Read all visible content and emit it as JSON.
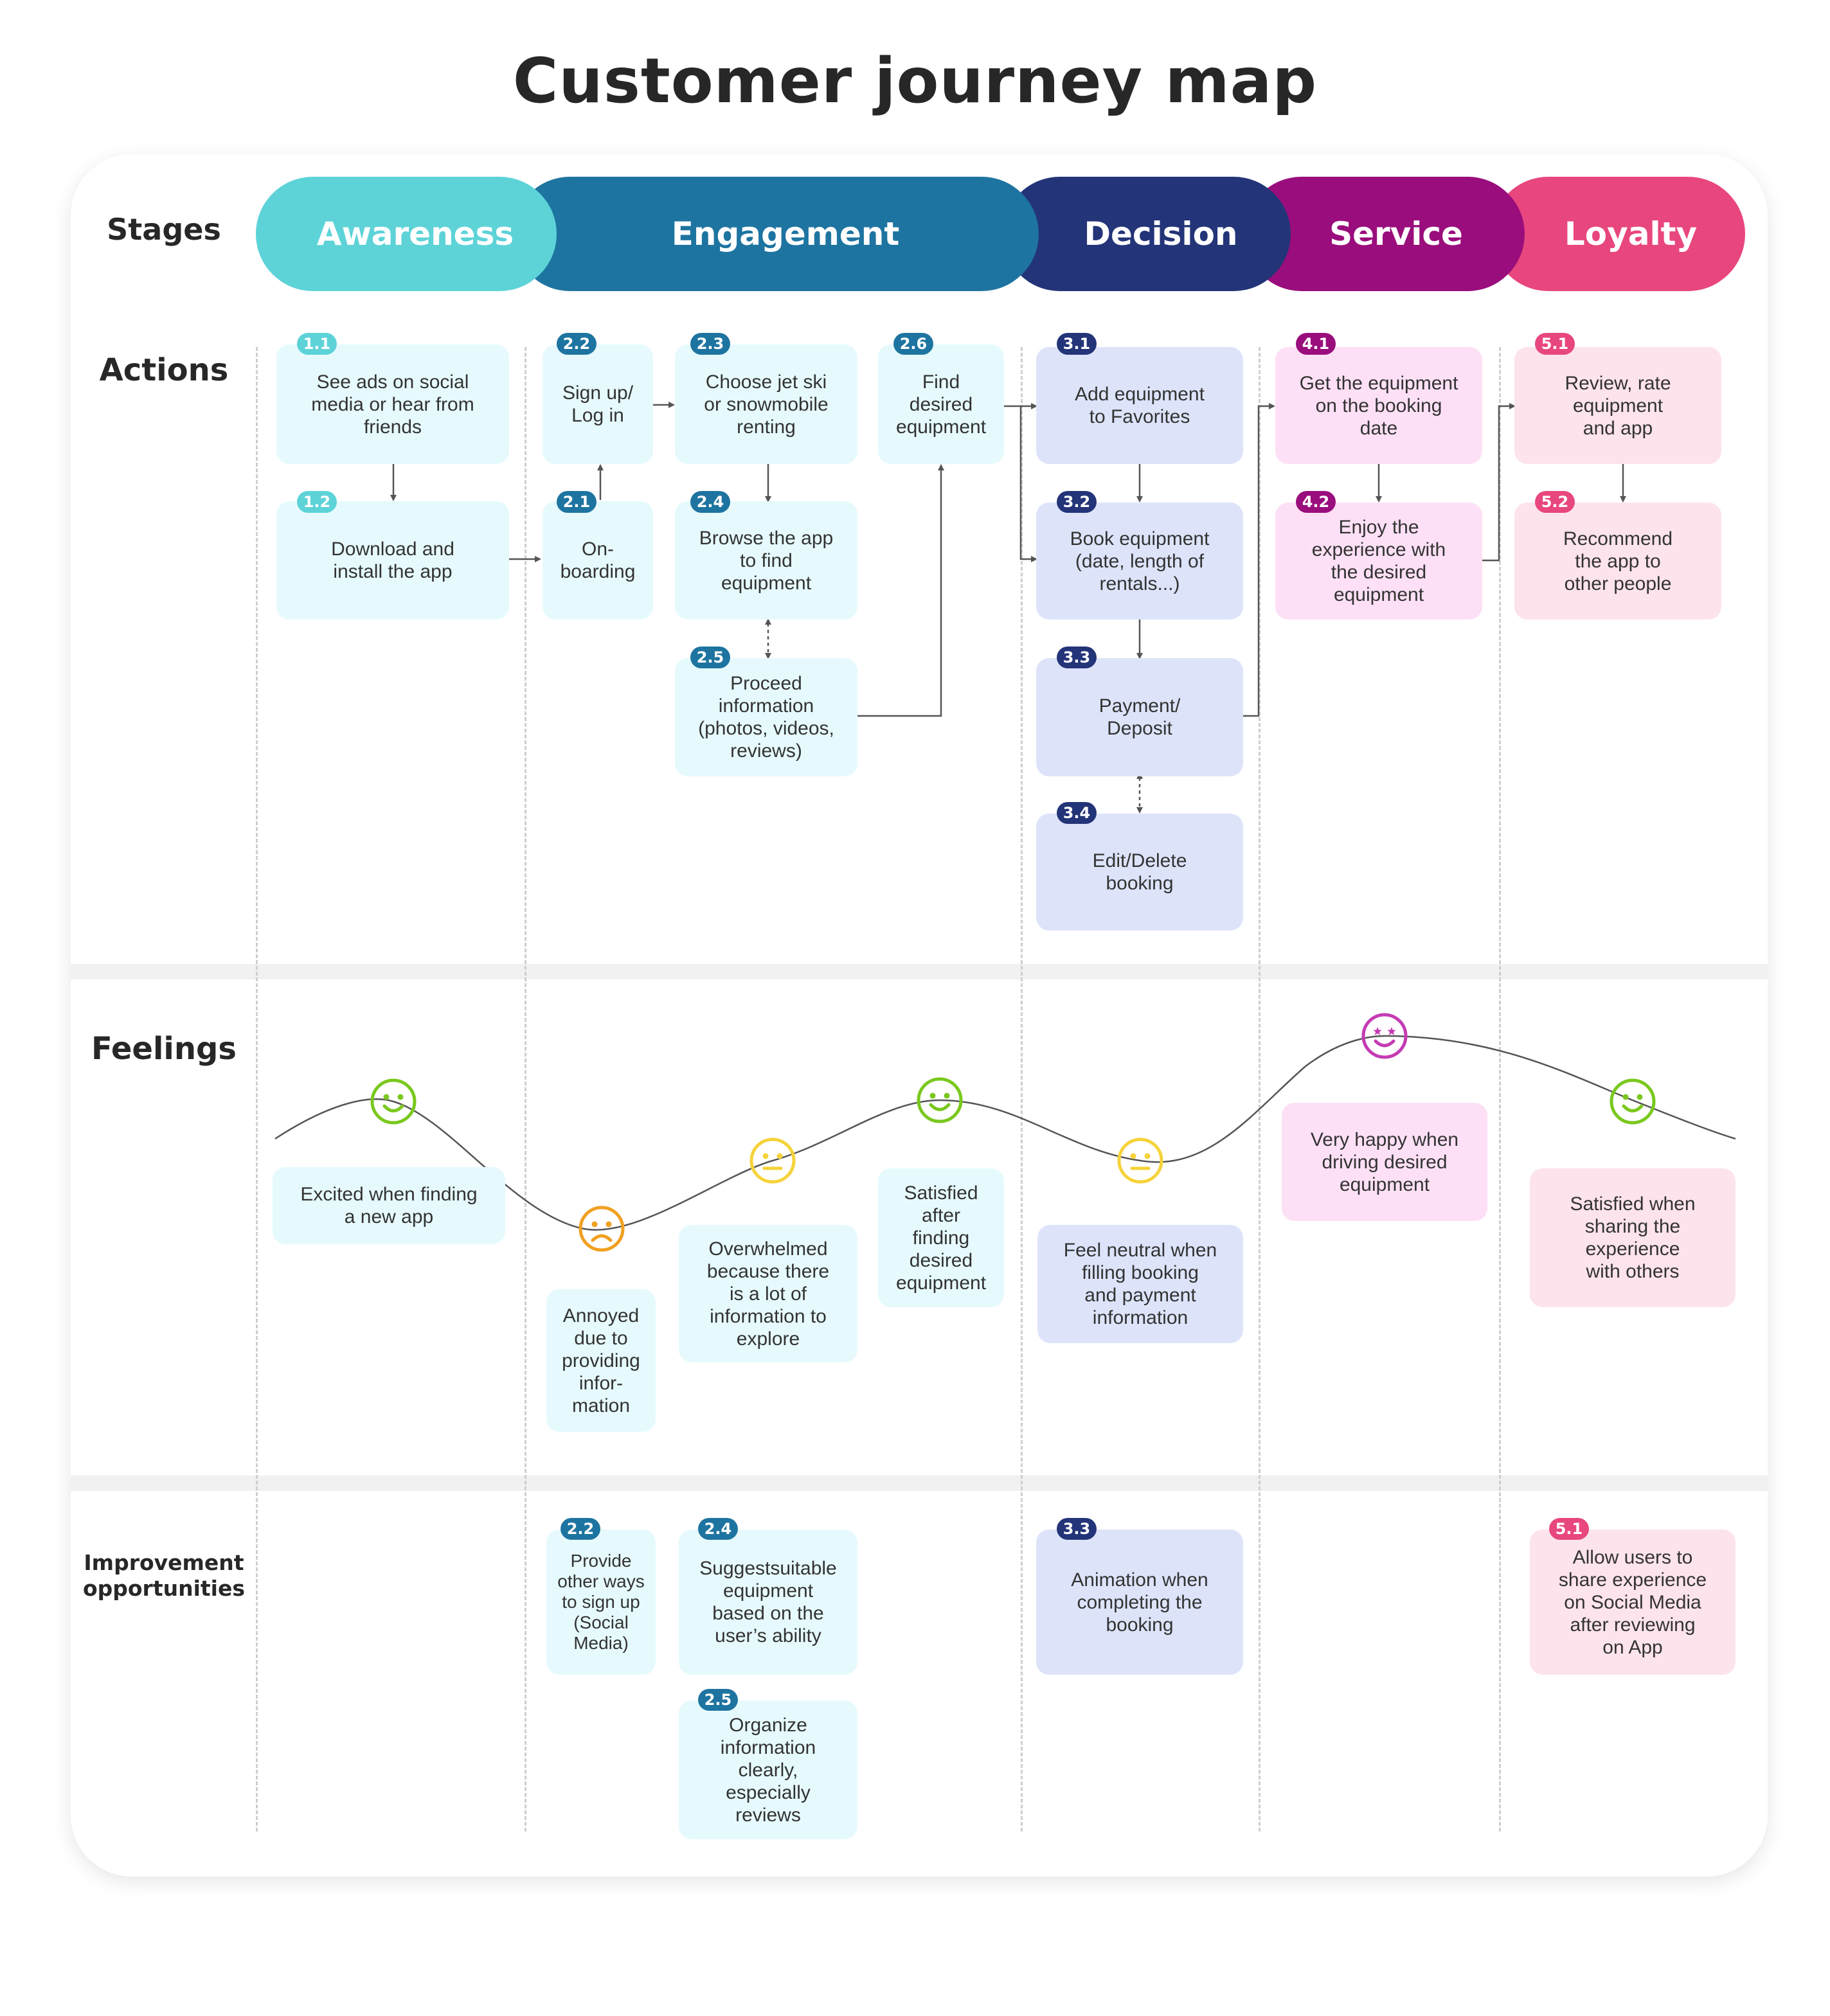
{
  "title": "Customer journey map",
  "row_labels": {
    "stages": "Stages",
    "actions": "Actions",
    "feelings": "Feelings",
    "improvement": "Improvement\nopportunities"
  },
  "stages": [
    {
      "label": "Awareness",
      "color": "#5dd3d8"
    },
    {
      "label": "Engagement",
      "color": "#1e74a0"
    },
    {
      "label": "Decision",
      "color": "#233478"
    },
    {
      "label": "Service",
      "color": "#9a0d7c"
    },
    {
      "label": "Loyalty",
      "color": "#e8467e"
    }
  ],
  "actions": {
    "a11": {
      "badge": "1.1",
      "text": "See ads on social\nmedia or hear from\nfriends"
    },
    "a12": {
      "badge": "1.2",
      "text": "Download and\ninstall the app"
    },
    "a22": {
      "badge": "2.2",
      "text": "Sign up/\nLog in"
    },
    "a21": {
      "badge": "2.1",
      "text": "On-\nboarding"
    },
    "a23": {
      "badge": "2.3",
      "text": "Choose jet ski\nor snowmobile\nrenting"
    },
    "a24": {
      "badge": "2.4",
      "text": "Browse the app\nto find\nequipment"
    },
    "a25": {
      "badge": "2.5",
      "text": "Proceed\ninformation\n(photos, videos,\nreviews)"
    },
    "a26": {
      "badge": "2.6",
      "text": "Find\ndesired\nequipment"
    },
    "a31": {
      "badge": "3.1",
      "text": "Add equipment\nto Favorites"
    },
    "a32": {
      "badge": "3.2",
      "text": "Book equipment\n(date, length of\nrentals...)"
    },
    "a33": {
      "badge": "3.3",
      "text": "Payment/\nDeposit"
    },
    "a34": {
      "badge": "3.4",
      "text": "Edit/Delete\nbooking"
    },
    "a41": {
      "badge": "4.1",
      "text": "Get the equipment\non the booking\ndate"
    },
    "a42": {
      "badge": "4.2",
      "text": "Enjoy the\nexperience with\nthe desired\nequipment"
    },
    "a51": {
      "badge": "5.1",
      "text": "Review, rate\nequipment\nand app"
    },
    "a52": {
      "badge": "5.2",
      "text": "Recommend\nthe app to\nother people"
    }
  },
  "feelings": {
    "f1": "Excited when finding\na new app",
    "f2": "Annoyed\ndue to\nproviding\ninfor-\nmation",
    "f3": "Overwhelmed\nbecause there\nis a lot of\ninformation to\nexplore",
    "f4": "Satisfied\nafter\nfinding\ndesired\nequipment",
    "f5": "Feel neutral when\nfilling booking\nand payment\ninformation",
    "f6": "Very happy when\ndriving desired\nequipment",
    "f7": "Satisfied when\nsharing the\nexperience\nwith others"
  },
  "emotions": [
    "happy",
    "sad",
    "neutral",
    "happy",
    "neutral",
    "star-struck",
    "happy"
  ],
  "emotion_colors": {
    "happy": "#7ac81e",
    "sad": "#f0a020",
    "neutral": "#f5d33a",
    "star-struck": "#c43bb4"
  },
  "improvements": {
    "i22": {
      "badge": "2.2",
      "text": "Provide\nother ways\nto sign up\n(Social\nMedia)"
    },
    "i24": {
      "badge": "2.4",
      "text": "Suggestsuitable\nequipment\nbased on the\nuser’s ability"
    },
    "i25": {
      "badge": "2.5",
      "text": "Organize\ninformation\nclearly,\nespecially\nreviews"
    },
    "i33": {
      "badge": "3.3",
      "text": "Animation when\ncompleting the\nbooking"
    },
    "i51": {
      "badge": "5.1",
      "text": "Allow users to\nshare experience\non Social Media\nafter reviewing\non App"
    }
  },
  "badge_colors": {
    "awareness": "#5dd3d8",
    "engagement": "#1e74a0",
    "decision": "#233478",
    "service": "#9a0d7c",
    "loyalty": "#e8467e"
  }
}
